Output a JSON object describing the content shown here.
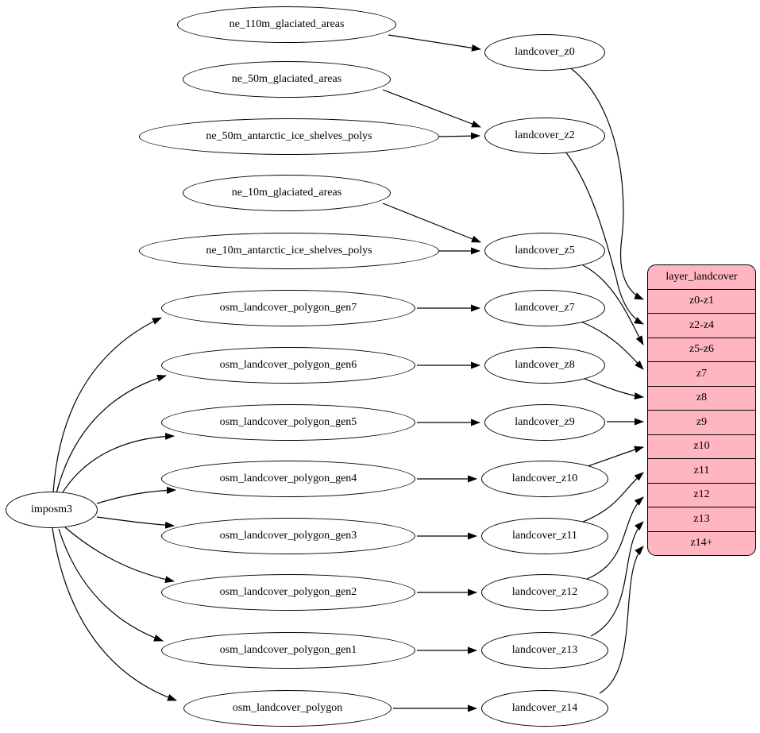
{
  "diagram": {
    "background_color": "#ffffff",
    "node_fill": "#ffffff",
    "node_stroke": "#000000",
    "record_fill": "#ffb6c1",
    "record_stroke": "#000000"
  },
  "nodes": {
    "imposm3": "imposm3",
    "ne_110m_glaciated_areas": "ne_110m_glaciated_areas",
    "ne_50m_glaciated_areas": "ne_50m_glaciated_areas",
    "ne_50m_antarctic_ice_shelves_polys": "ne_50m_antarctic_ice_shelves_polys",
    "ne_10m_glaciated_areas": "ne_10m_glaciated_areas",
    "ne_10m_antarctic_ice_shelves_polys": "ne_10m_antarctic_ice_shelves_polys",
    "osm_landcover_polygon_gen7": "osm_landcover_polygon_gen7",
    "osm_landcover_polygon_gen6": "osm_landcover_polygon_gen6",
    "osm_landcover_polygon_gen5": "osm_landcover_polygon_gen5",
    "osm_landcover_polygon_gen4": "osm_landcover_polygon_gen4",
    "osm_landcover_polygon_gen3": "osm_landcover_polygon_gen3",
    "osm_landcover_polygon_gen2": "osm_landcover_polygon_gen2",
    "osm_landcover_polygon_gen1": "osm_landcover_polygon_gen1",
    "osm_landcover_polygon": "osm_landcover_polygon",
    "landcover_z0": "landcover_z0",
    "landcover_z2": "landcover_z2",
    "landcover_z5": "landcover_z5",
    "landcover_z7": "landcover_z7",
    "landcover_z8": "landcover_z8",
    "landcover_z9": "landcover_z9",
    "landcover_z10": "landcover_z10",
    "landcover_z11": "landcover_z11",
    "landcover_z12": "landcover_z12",
    "landcover_z13": "landcover_z13",
    "landcover_z14": "landcover_z14"
  },
  "table": {
    "title": "layer_landcover",
    "rows": [
      "z0-z1",
      "z2-z4",
      "z5-z6",
      "z7",
      "z8",
      "z9",
      "z10",
      "z11",
      "z12",
      "z13",
      "z14+"
    ]
  },
  "edges": [
    {
      "from": "imposm3",
      "to": "osm_landcover_polygon_gen7"
    },
    {
      "from": "imposm3",
      "to": "osm_landcover_polygon_gen6"
    },
    {
      "from": "imposm3",
      "to": "osm_landcover_polygon_gen5"
    },
    {
      "from": "imposm3",
      "to": "osm_landcover_polygon_gen4"
    },
    {
      "from": "imposm3",
      "to": "osm_landcover_polygon_gen3"
    },
    {
      "from": "imposm3",
      "to": "osm_landcover_polygon_gen2"
    },
    {
      "from": "imposm3",
      "to": "osm_landcover_polygon_gen1"
    },
    {
      "from": "imposm3",
      "to": "osm_landcover_polygon"
    },
    {
      "from": "ne_110m_glaciated_areas",
      "to": "landcover_z0"
    },
    {
      "from": "ne_50m_glaciated_areas",
      "to": "landcover_z2"
    },
    {
      "from": "ne_50m_antarctic_ice_shelves_polys",
      "to": "landcover_z2"
    },
    {
      "from": "ne_10m_glaciated_areas",
      "to": "landcover_z5"
    },
    {
      "from": "ne_10m_antarctic_ice_shelves_polys",
      "to": "landcover_z5"
    },
    {
      "from": "osm_landcover_polygon_gen7",
      "to": "landcover_z7"
    },
    {
      "from": "osm_landcover_polygon_gen6",
      "to": "landcover_z8"
    },
    {
      "from": "osm_landcover_polygon_gen5",
      "to": "landcover_z9"
    },
    {
      "from": "osm_landcover_polygon_gen4",
      "to": "landcover_z10"
    },
    {
      "from": "osm_landcover_polygon_gen3",
      "to": "landcover_z11"
    },
    {
      "from": "osm_landcover_polygon_gen2",
      "to": "landcover_z12"
    },
    {
      "from": "osm_landcover_polygon_gen1",
      "to": "landcover_z13"
    },
    {
      "from": "osm_landcover_polygon",
      "to": "landcover_z14"
    },
    {
      "from": "landcover_z0",
      "to": "layer_landcover.z0-z1"
    },
    {
      "from": "landcover_z2",
      "to": "layer_landcover.z2-z4"
    },
    {
      "from": "landcover_z5",
      "to": "layer_landcover.z5-z6"
    },
    {
      "from": "landcover_z7",
      "to": "layer_landcover.z7"
    },
    {
      "from": "landcover_z8",
      "to": "layer_landcover.z8"
    },
    {
      "from": "landcover_z9",
      "to": "layer_landcover.z9"
    },
    {
      "from": "landcover_z10",
      "to": "layer_landcover.z10"
    },
    {
      "from": "landcover_z11",
      "to": "layer_landcover.z11"
    },
    {
      "from": "landcover_z12",
      "to": "layer_landcover.z12"
    },
    {
      "from": "landcover_z13",
      "to": "layer_landcover.z13"
    },
    {
      "from": "landcover_z14",
      "to": "layer_landcover.z14+"
    }
  ]
}
